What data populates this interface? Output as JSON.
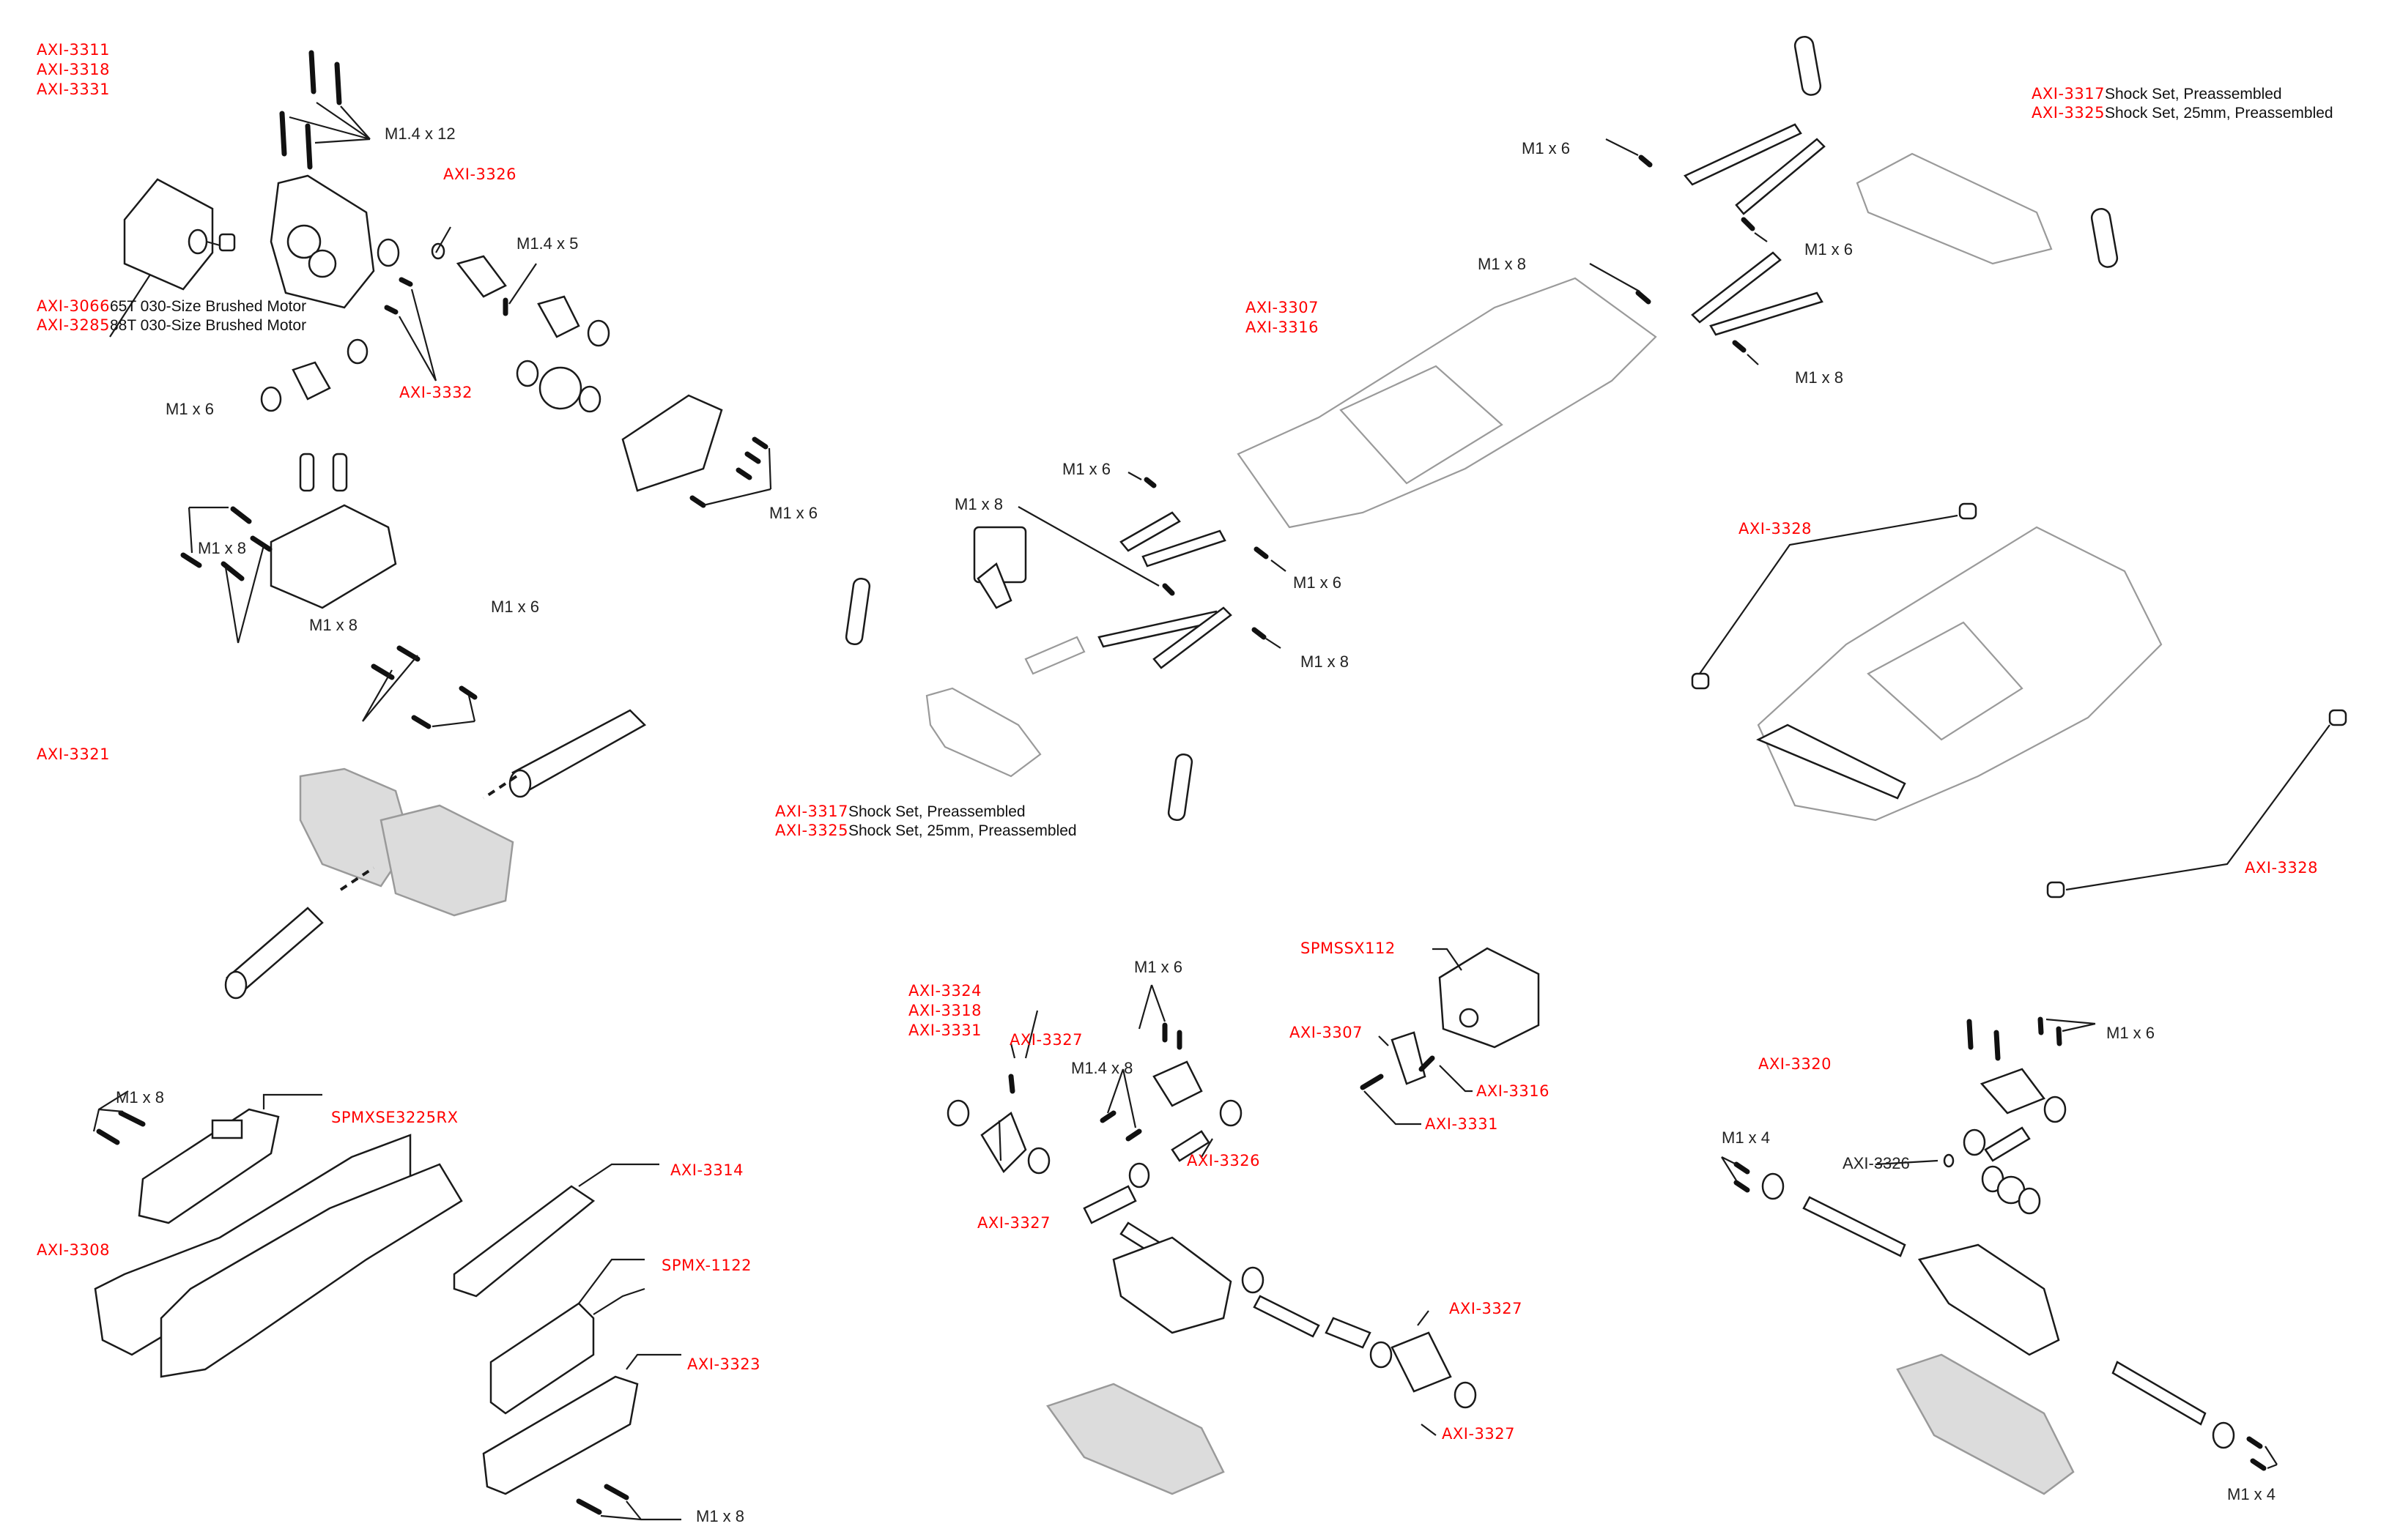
{
  "title": "Axial SCX24 Exploded Parts Diagram",
  "colors": {
    "part_number": "#ff0000",
    "text": "#111111",
    "ghost_part": "#dcdcdc"
  },
  "sections": {
    "transmission": {
      "part_numbers": [
        "AXI-3311",
        "AXI-3318",
        "AXI-3331"
      ],
      "motor": [
        {
          "part": "AXI-3066",
          "desc": "65T 030-Size Brushed Motor"
        },
        {
          "part": "AXI-3285",
          "desc": "88T 030-Size Brushed Motor"
        }
      ],
      "oring": "AXI-3326",
      "screw_set": "AXI-3332",
      "hardware": [
        "M1.4 x 12",
        "M1.4 x 5",
        "M1 x 6",
        "M1 x 8",
        "M1 x 8",
        "M1 x 6",
        "M1 x 6"
      ]
    },
    "driveshafts": {
      "part": "AXI-3321"
    },
    "electronics": {
      "chassis": "AXI-3308",
      "receiver": "SPMXSE3225RX",
      "wrench": "AXI-3314",
      "battery": "SPMX-1122",
      "battery_tray": "AXI-3323",
      "hardware": [
        "M1 x 8",
        "M1 x 8"
      ]
    },
    "front_links": {
      "hardware": [
        "M1 x 8",
        "M1 x 6",
        "M1 x 6",
        "M1 x 8"
      ],
      "shocks": [
        {
          "part": "AXI-3317",
          "desc": "Shock Set, Preassembled"
        },
        {
          "part": "AXI-3325",
          "desc": "Shock Set, 25mm, Preassembled"
        }
      ]
    },
    "rear_links": {
      "frame_parts": [
        "AXI-3307",
        "AXI-3316"
      ],
      "hardware": [
        "M1 x 6",
        "M1 x 8",
        "M1 x 6",
        "M1 x 8"
      ],
      "shocks": [
        {
          "part": "AXI-3317",
          "desc": "Shock Set, Preassembled"
        },
        {
          "part": "AXI-3325",
          "desc": "Shock Set, 25mm, Preassembled"
        }
      ]
    },
    "bushings": {
      "top": "AXI-3328",
      "bottom": "AXI-3328"
    },
    "front_axle": {
      "part_numbers": [
        "AXI-3324",
        "AXI-3318",
        "AXI-3331"
      ],
      "set_screw_top": "AXI-3327",
      "set_screw_bottom": "AXI-3327",
      "oring": "AXI-3326",
      "hub_screw_top": "AXI-3327",
      "hub_screw_bottom": "AXI-3327",
      "hardware": [
        "M1 x 6",
        "M1.4 x 8"
      ]
    },
    "servo": {
      "servo": "SPMSSX112",
      "horn": "AXI-3307",
      "horn_screw": "AXI-3316",
      "servo_screw": "AXI-3331"
    },
    "rear_axle": {
      "part": "AXI-3320",
      "oring": "AXI-3326",
      "hardware": [
        "M1 x 6",
        "M1 x 4",
        "M1 x 4"
      ]
    }
  }
}
